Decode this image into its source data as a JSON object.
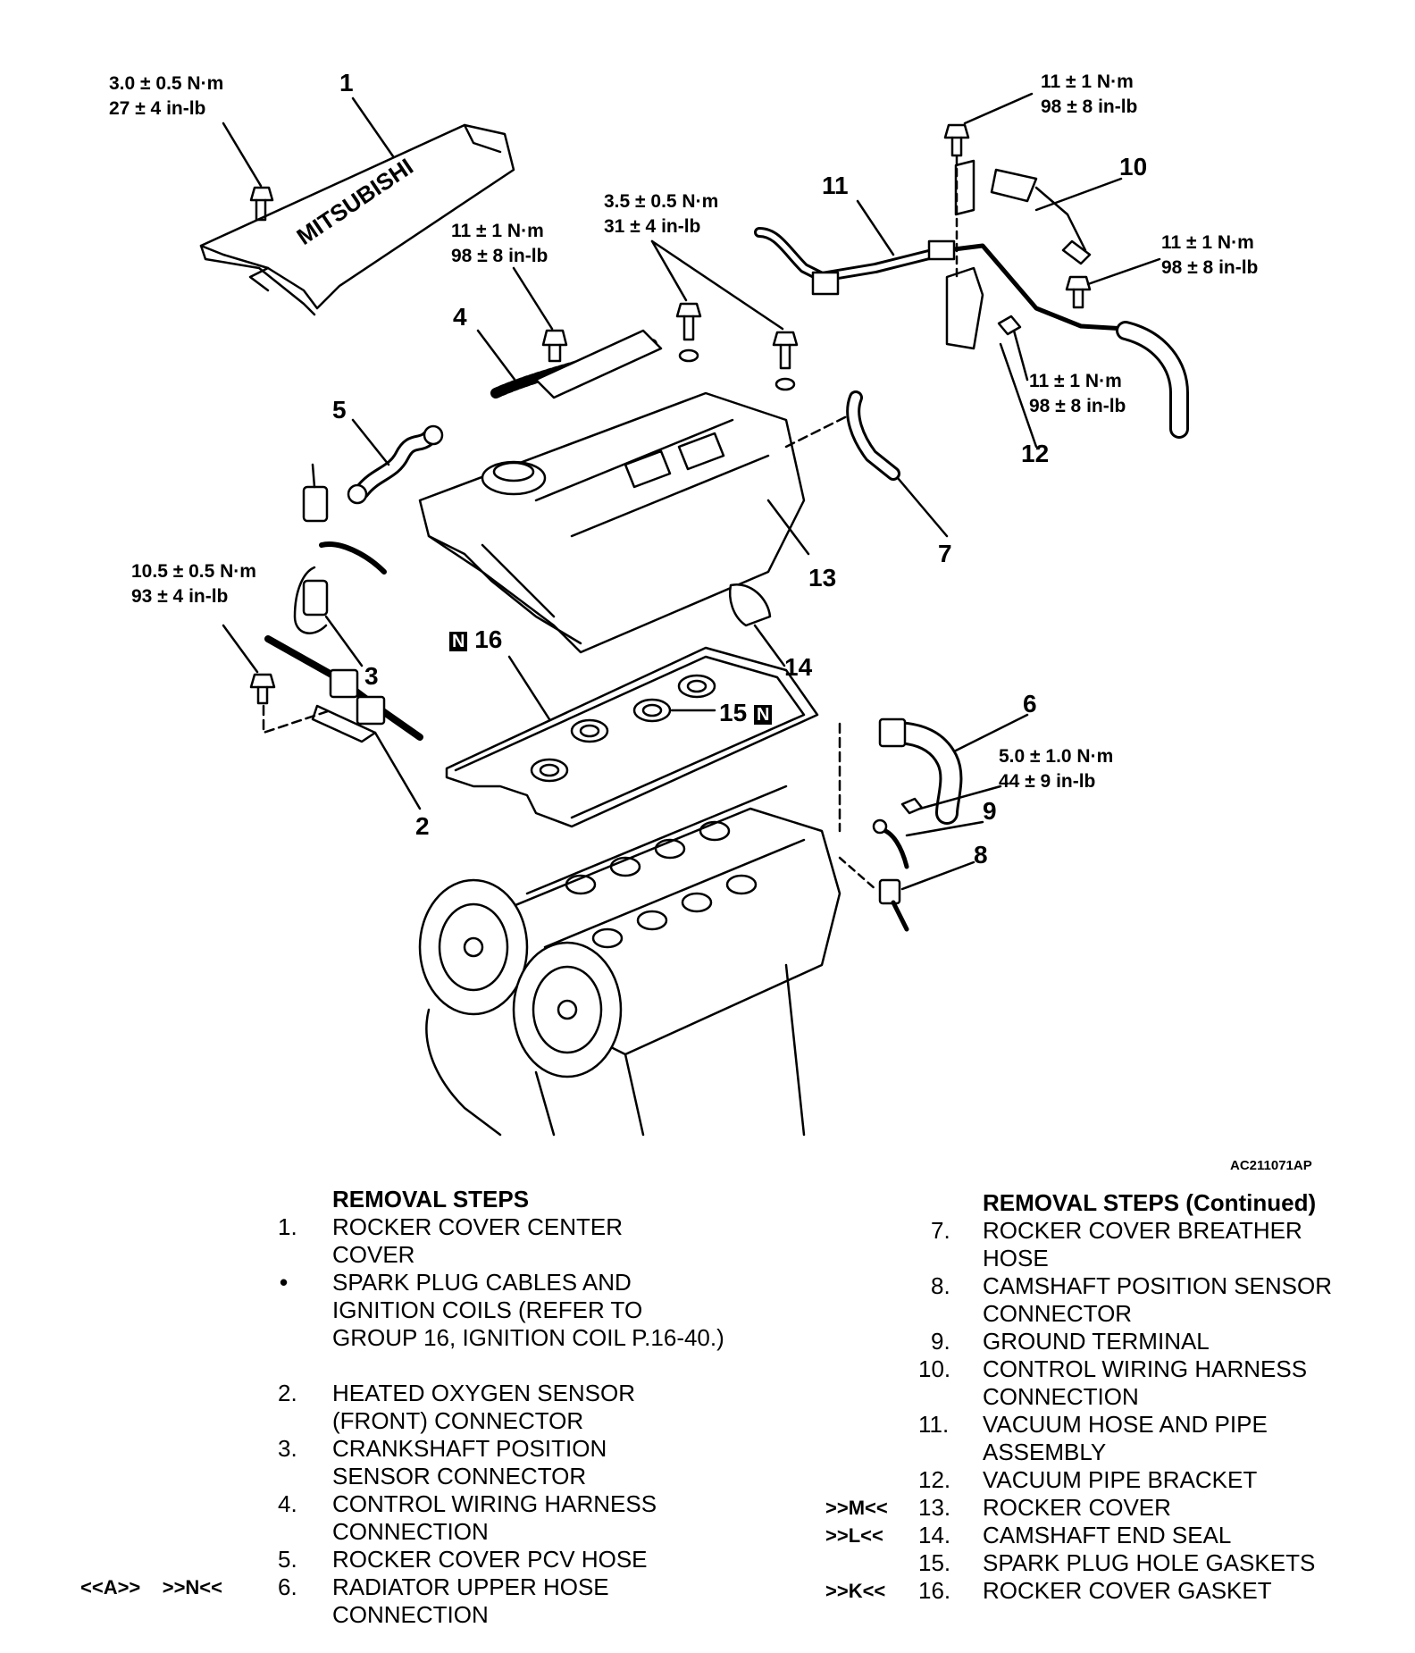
{
  "torque_specs": {
    "t1": {
      "nm": "3.0 ± 0.5 N·m",
      "inlb": "27 ± 4 in-lb"
    },
    "t2": {
      "nm": "11 ± 1 N·m",
      "inlb": "98 ± 8 in-lb"
    },
    "t3": {
      "nm": "3.5 ± 0.5 N·m",
      "inlb": "31 ± 4 in-lb"
    },
    "t4": {
      "nm": "11 ± 1 N·m",
      "inlb": "98 ± 8 in-lb"
    },
    "t5": {
      "nm": "11 ± 1 N·m",
      "inlb": "98 ± 8 in-lb"
    },
    "t6": {
      "nm": "11 ± 1 N·m",
      "inlb": "98 ± 8 in-lb"
    },
    "t7": {
      "nm": "10.5 ± 0.5 N·m",
      "inlb": "93 ± 4 in-lb"
    },
    "t8": {
      "nm": "5.0 ± 1.0 N·m",
      "inlb": "44 ± 9 in-lb"
    }
  },
  "callouts": [
    "1",
    "2",
    "3",
    "4",
    "5",
    "6",
    "7",
    "8",
    "9",
    "10",
    "11",
    "12",
    "13",
    "14",
    "15",
    "16"
  ],
  "new_part_marker": "N",
  "cover_text": "MITSUBISHI",
  "figure_id": "AC211071AP",
  "steps_left": {
    "heading": "REMOVAL STEPS",
    "items": [
      {
        "marks": "",
        "num": "1.",
        "text": "ROCKER COVER CENTER COVER"
      },
      {
        "marks": "",
        "num": "•",
        "text": "SPARK PLUG CABLES AND IGNITION COILS (REFER TO GROUP 16, IGNITION COIL P.16-40.)"
      },
      {
        "marks": "",
        "num": "2.",
        "text": "HEATED OXYGEN SENSOR (FRONT) CONNECTOR"
      },
      {
        "marks": "",
        "num": "3.",
        "text": "CRANKSHAFT POSITION SENSOR CONNECTOR"
      },
      {
        "marks": "",
        "num": "4.",
        "text": "CONTROL WIRING HARNESS CONNECTION"
      },
      {
        "marks": "",
        "num": "5.",
        "text": "ROCKER COVER PCV HOSE"
      },
      {
        "marks": "<<A>>    >>N<<",
        "num": "6.",
        "text": "RADIATOR UPPER HOSE CONNECTION"
      }
    ]
  },
  "steps_right": {
    "heading": "REMOVAL STEPS (Continued)",
    "items": [
      {
        "marks": "",
        "num": "7.",
        "text": "ROCKER COVER BREATHER HOSE"
      },
      {
        "marks": "",
        "num": "8.",
        "text": "CAMSHAFT POSITION SENSOR CONNECTOR"
      },
      {
        "marks": "",
        "num": "9.",
        "text": "GROUND TERMINAL"
      },
      {
        "marks": "",
        "num": "10.",
        "text": "CONTROL WIRING HARNESS CONNECTION"
      },
      {
        "marks": "",
        "num": "11.",
        "text": "VACUUM HOSE AND PIPE ASSEMBLY"
      },
      {
        "marks": "",
        "num": "12.",
        "text": "VACUUM PIPE BRACKET"
      },
      {
        "marks": ">>M<<",
        "num": "13.",
        "text": "ROCKER COVER"
      },
      {
        "marks": ">>L<<",
        "num": "14.",
        "text": "CAMSHAFT END SEAL"
      },
      {
        "marks": "",
        "num": "15.",
        "text": "SPARK PLUG HOLE GASKETS"
      },
      {
        "marks": ">>K<<",
        "num": "16.",
        "text": "ROCKER COVER GASKET"
      }
    ]
  }
}
